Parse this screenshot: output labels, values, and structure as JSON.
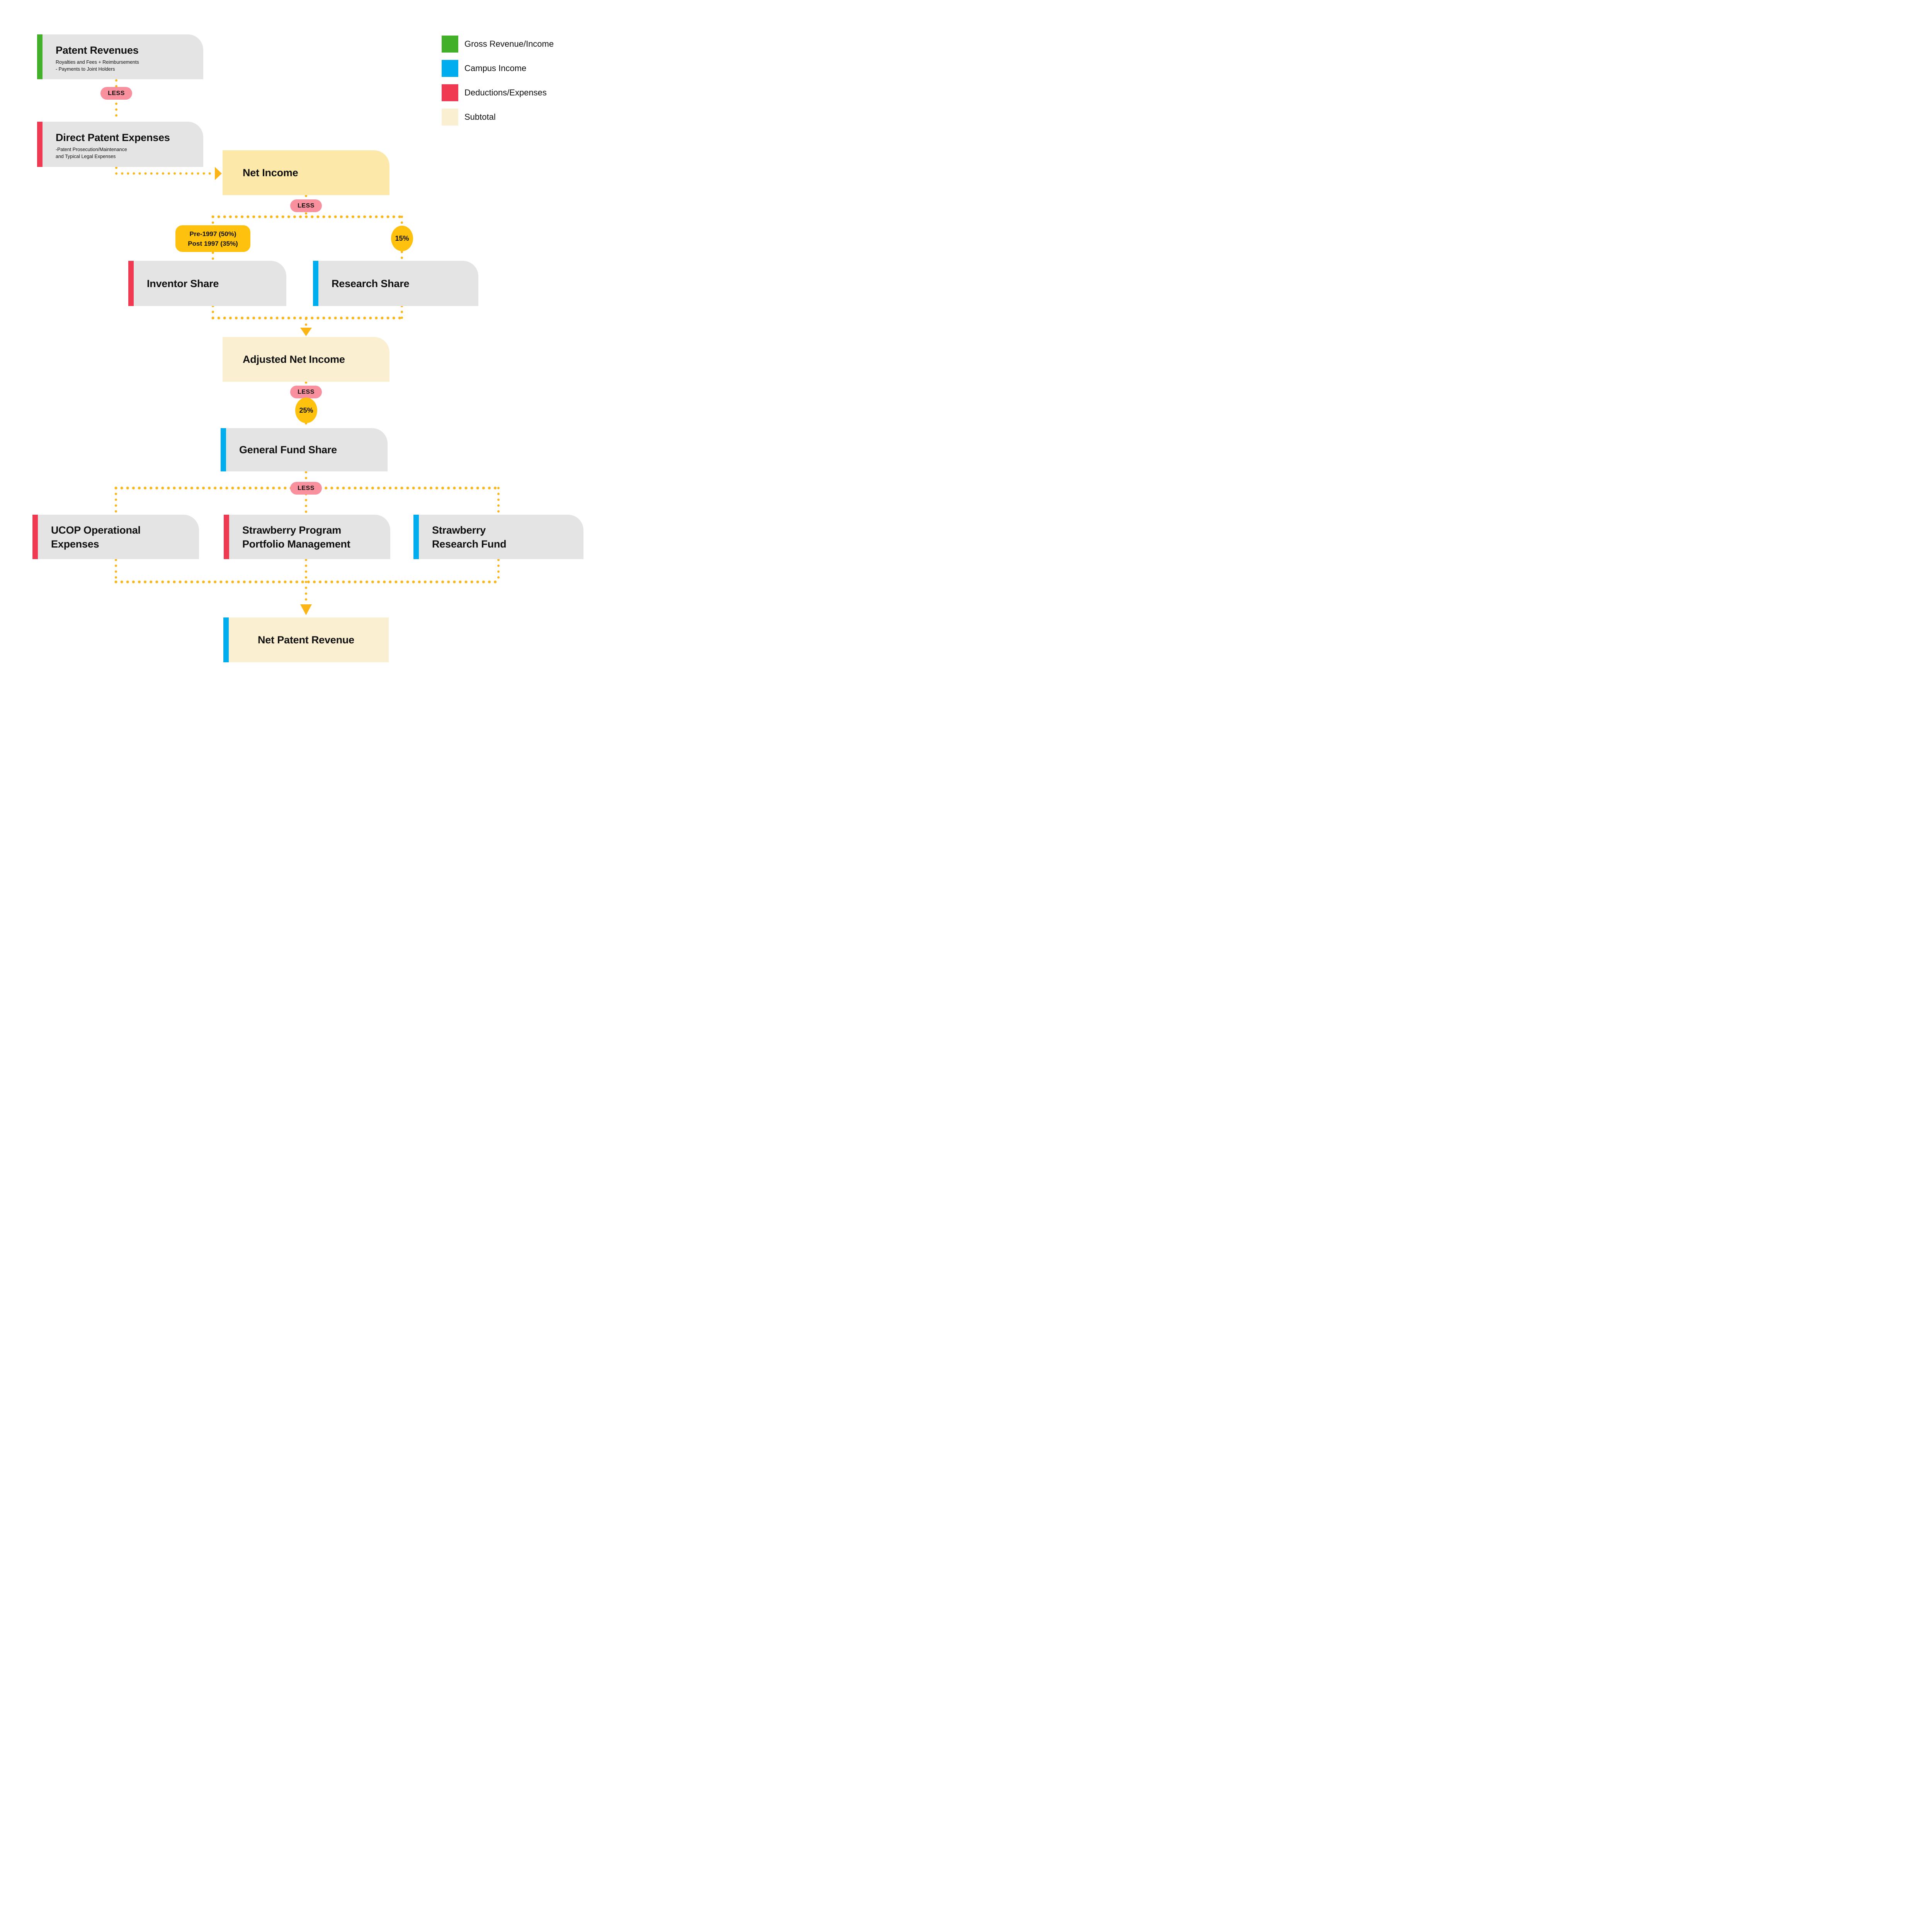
{
  "palette": {
    "gross_revenue_green": "#43B02A",
    "campus_income_blue": "#00AEEF",
    "deductions_red": "#F03A52",
    "less_pill_pink": "#F8919D",
    "connector_yellow": "#FBB517",
    "badge_yellow": "#FEC20E",
    "subtotal_cream": "#FCE8A8",
    "subtotal_cream_light": "#FBEFD2",
    "box_grey": "#E4E4E4"
  },
  "connector": {
    "less_label": "LESS"
  },
  "nodes": {
    "patent_revenues": {
      "title": "Patent Revenues",
      "subtitle_line1": "Royalties and Fees + Reimbursements",
      "subtitle_line2": "- Payments to Joint Holders"
    },
    "direct_patent_expenses": {
      "title": "Direct Patent Expenses",
      "subtitle_line1": "-Patent Prosecution/Maintenance",
      "subtitle_line2": "and Typical Legal Expenses"
    },
    "net_income": {
      "title": "Net Income"
    },
    "inventor_share": {
      "title": "Inventor Share",
      "rate_line1": "Pre-1997 (50%)",
      "rate_line2": "Post 1997 (35%)"
    },
    "research_share": {
      "title": "Research Share",
      "rate": "15%"
    },
    "adjusted_net_income": {
      "title": "Adjusted Net Income"
    },
    "general_fund_share": {
      "title": "General Fund Share",
      "rate": "25%"
    },
    "ucop_operational_expenses": {
      "title_line1": "UCOP Operational",
      "title_line2": "Expenses"
    },
    "strawberry_program_portfolio_management": {
      "title_line1": "Strawberry Program",
      "title_line2": "Portfolio Management"
    },
    "strawberry_research_fund": {
      "title_line1": "Strawberry",
      "title_line2": "Research Fund"
    },
    "net_patent_revenue": {
      "title": "Net Patent Revenue"
    }
  },
  "legend": {
    "items": [
      {
        "label": "Gross Revenue/Income",
        "color": "#43B02A"
      },
      {
        "label": "Campus Income",
        "color": "#00AEEF"
      },
      {
        "label": "Deductions/Expenses",
        "color": "#F03A52"
      },
      {
        "label": "Subtotal",
        "color": "#FBEFD2"
      }
    ]
  }
}
